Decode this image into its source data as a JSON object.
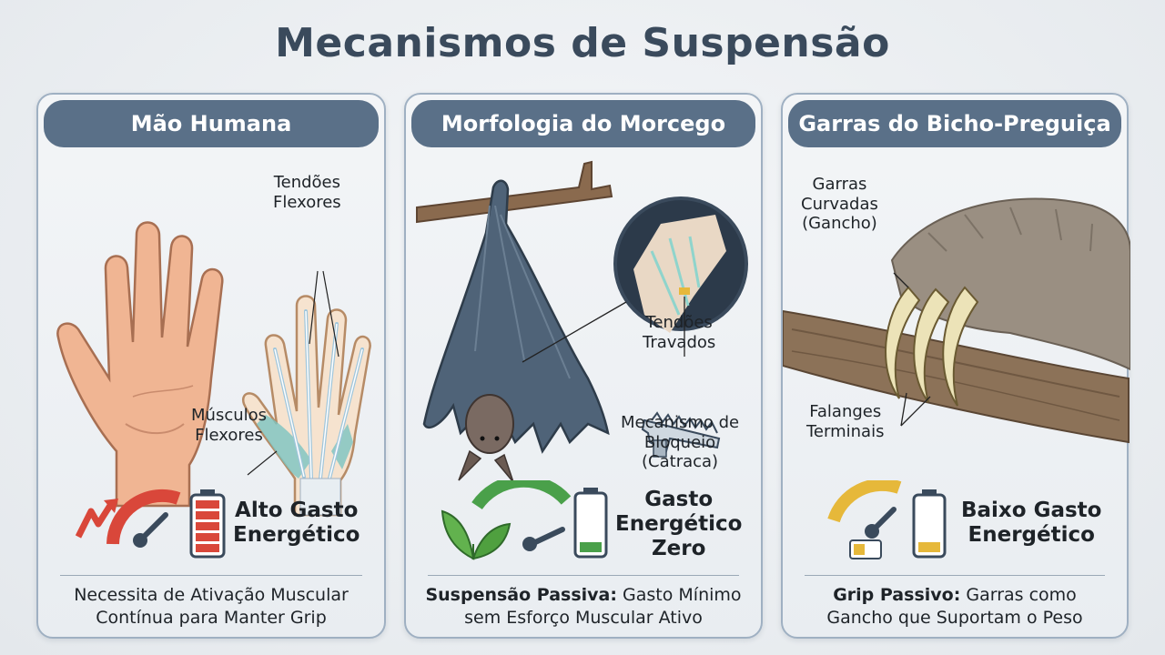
{
  "title": "Mecanismos de Suspensão",
  "panels": [
    {
      "heading": "Mão Humana",
      "labels": {
        "tendons": [
          "Tendões",
          "Flexores"
        ],
        "muscles": [
          "Músculos",
          "Flexores"
        ]
      },
      "cost": [
        "Alto Gasto",
        "Energético"
      ],
      "description_bold": "",
      "description": [
        "Necessita de Ativação Muscular",
        "Contínua para Manter Grip"
      ],
      "colors": {
        "gauge": "#d9473a",
        "battery": "#d9473a"
      }
    },
    {
      "heading": "Morfologia do Morcego",
      "labels": {
        "tendons": [
          "Tendões",
          "Travados"
        ],
        "mechanism": [
          "Mecanismo de",
          "Bloqueio",
          "(Catraca)"
        ]
      },
      "cost": [
        "Gasto",
        "Energético",
        "Zero"
      ],
      "description_bold": "Suspensão Passiva:",
      "description": [
        " Gasto Mínimo",
        "sem Esforço Muscular Ativo"
      ],
      "colors": {
        "gauge": "#4aa04a",
        "battery": "#4aa04a"
      }
    },
    {
      "heading": "Garras do Bicho-Preguiça",
      "labels": {
        "claws": [
          "Garras",
          "Curvadas",
          "(Gancho)"
        ],
        "phalanges": [
          "Falanges",
          "Terminais"
        ]
      },
      "cost": [
        "Baixo Gasto",
        "Energético"
      ],
      "description_bold": "Grip Passivo:",
      "description": [
        " Garras como",
        "Gancho que Suportam o Peso"
      ],
      "colors": {
        "gauge": "#e6b83a",
        "battery": "#e6b83a"
      }
    }
  ],
  "icons": [
    "hand-icon",
    "hand-anatomy-icon",
    "gauge-icon",
    "battery-icon",
    "arrow-up-icon",
    "bat-icon",
    "magnifier-icon",
    "ratchet-icon",
    "leaves-icon",
    "sloth-icon",
    "branch-icon"
  ]
}
